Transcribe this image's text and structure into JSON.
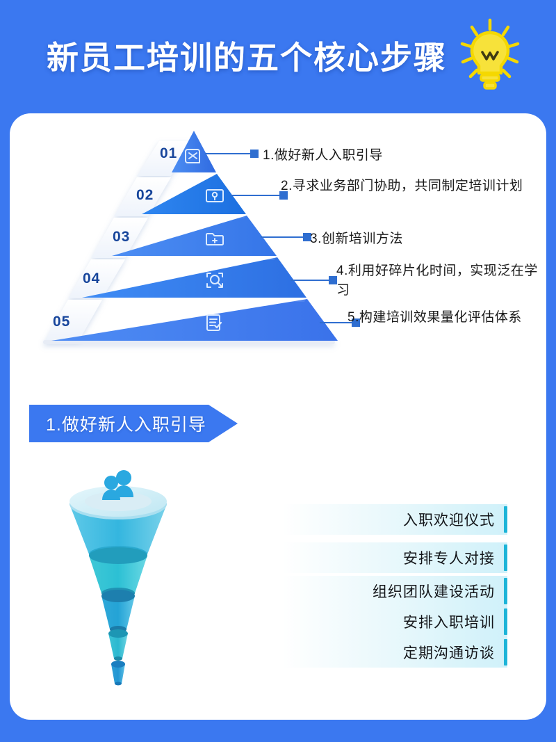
{
  "header": {
    "title": "新员工培训的五个核心步骤",
    "icon": "lightbulb-icon",
    "bg_color": "#3b78f0",
    "title_color": "#ffffff",
    "bulb_color": "#f5d800"
  },
  "pyramid": {
    "levels": [
      {
        "number": "01",
        "icon": "document-pen-icon",
        "label": "1.做好新人入职引导"
      },
      {
        "number": "02",
        "icon": "map-pin-icon",
        "label": "2.寻求业务部门协助，共同制定培训计划"
      },
      {
        "number": "03",
        "icon": "folder-plus-icon",
        "label": "3.创新培训方法"
      },
      {
        "number": "04",
        "icon": "scan-search-icon",
        "label": "4.利用好碎片化时间，实现泛在学习"
      },
      {
        "number": "05",
        "icon": "checklist-icon",
        "label": "5.构建培训效果量化评估体系"
      }
    ],
    "number_color": "#17459b",
    "label_color": "#1a1a1a",
    "connector_color": "#2f6ed0"
  },
  "section": {
    "banner_label": "1.做好新人入职引导",
    "banner_color": "#3b78f0"
  },
  "funnel": {
    "icon": "two-people-icon",
    "accent_bar_color": "#1cb4d8",
    "tiers": [
      {
        "label": "入职欢迎仪式"
      },
      {
        "label": "安排专人对接"
      },
      {
        "label": "组织团队建设活动"
      },
      {
        "label": "安排入职培训"
      },
      {
        "label": "定期沟通访谈"
      }
    ]
  }
}
